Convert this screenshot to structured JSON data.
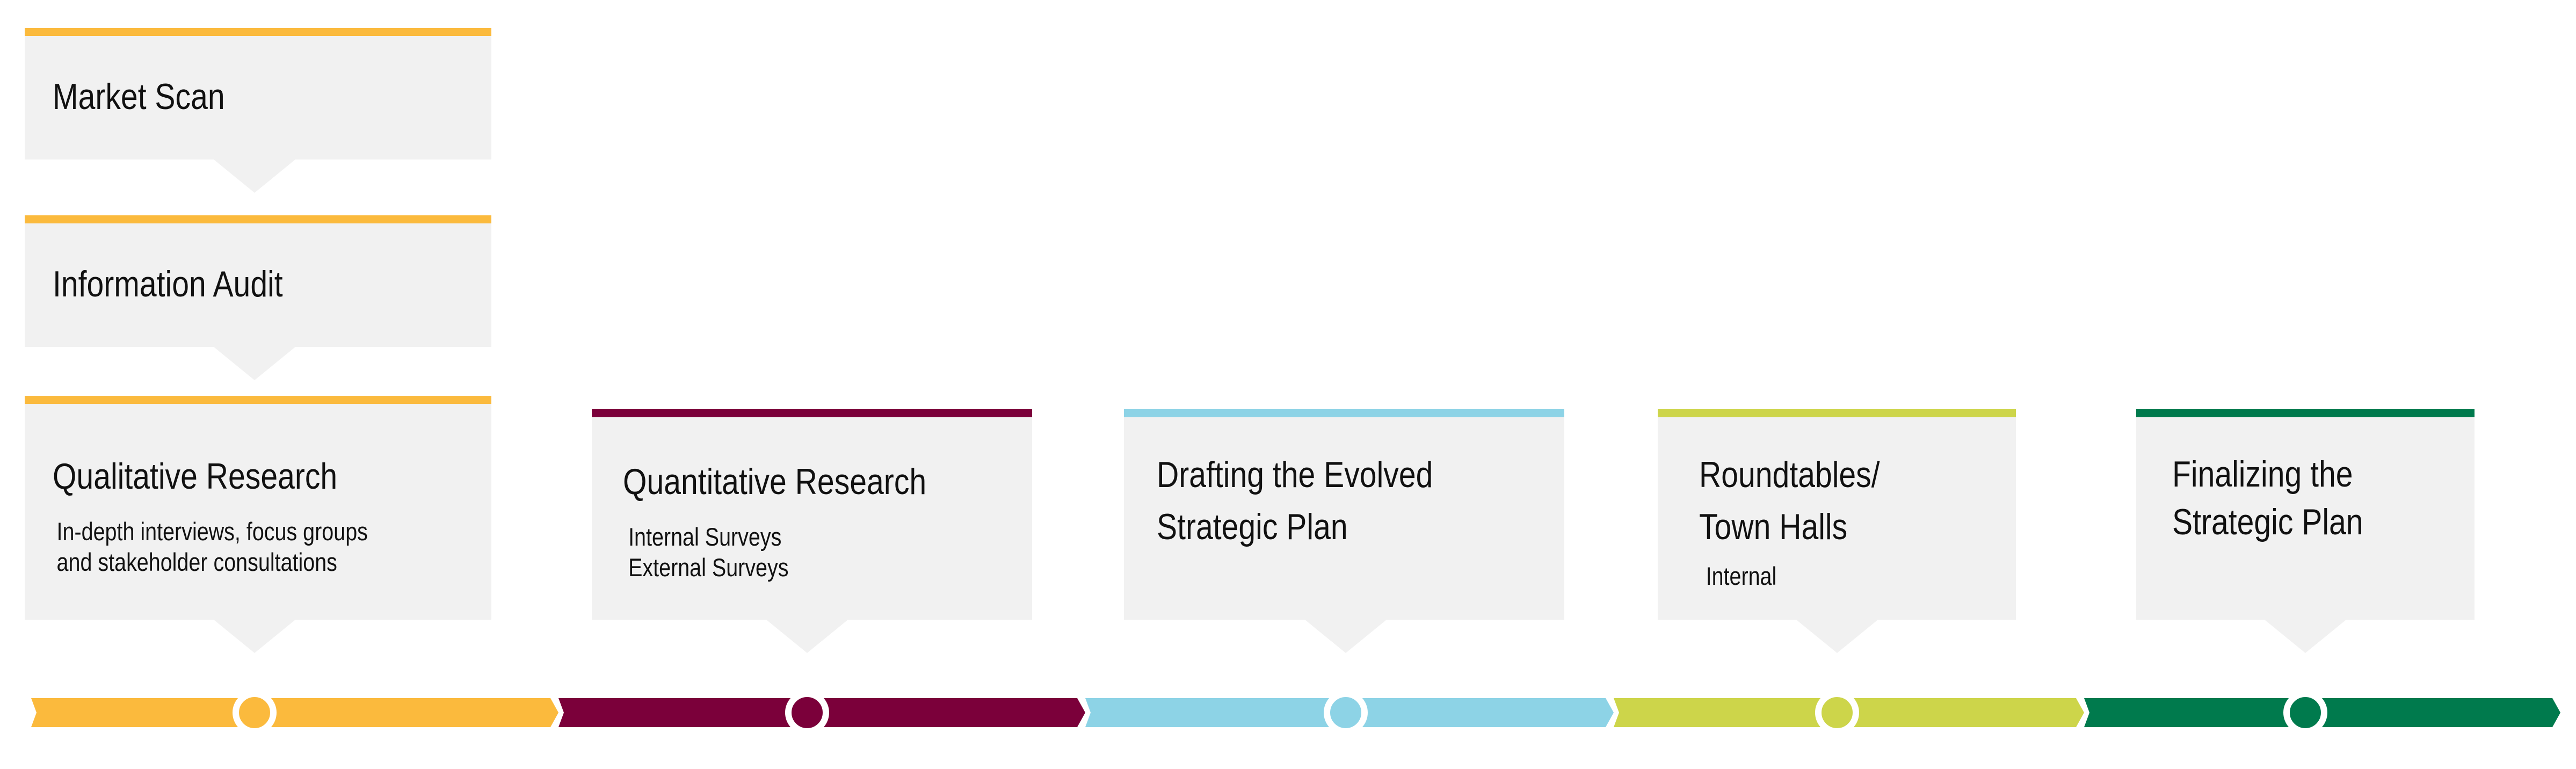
{
  "colors": {
    "yellow": "#FBBA3D",
    "maroon": "#7B003A",
    "blue": "#8DD3E6",
    "lime": "#CDD54A",
    "green": "#007A4D",
    "box": "#F1F1F1"
  },
  "steps": [
    {
      "title": "Market Scan"
    },
    {
      "title": "Information Audit"
    },
    {
      "title": "Qualitative Research",
      "sub": [
        "In-depth interviews, focus groups",
        "and stakeholder consultations"
      ]
    },
    {
      "title": "Quantitative Research",
      "sub": [
        "Internal Surveys",
        "External Surveys"
      ]
    },
    {
      "title_lines": [
        "Drafting the Evolved",
        "Strategic Plan"
      ]
    },
    {
      "title_lines": [
        "Roundtables/",
        "Town Halls"
      ],
      "sub": [
        "Internal"
      ]
    },
    {
      "title_lines": [
        "Finalizing the",
        "Strategic Plan"
      ]
    }
  ]
}
